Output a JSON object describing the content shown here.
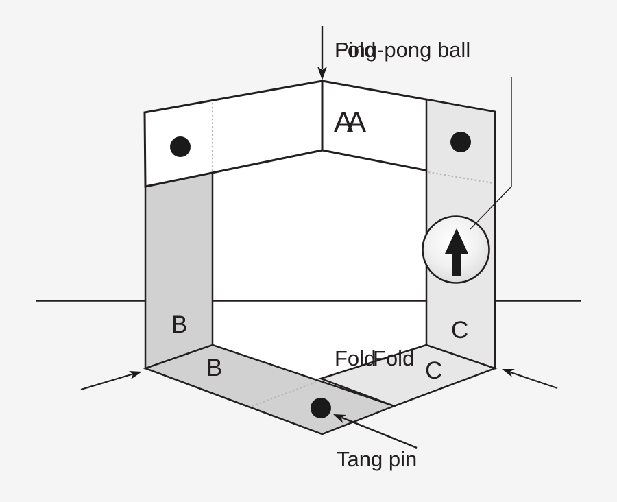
{
  "labels": {
    "fold_top": "Fold",
    "ping_pong_ball": "Ping-pong ball",
    "panel_aa": "AA",
    "strip_b": "B",
    "flap_b": "B",
    "strip_c": "C",
    "flap_c": "C",
    "fold_bottom_left": "Fold",
    "fold_bottom_right": "Fold",
    "tang_pin": "Tang pin"
  },
  "colors": {
    "background": "#f5f5f5",
    "panel_white": "#ffffff",
    "strip_dark_gray": "#d1d1d1",
    "strip_light_gray": "#e7e7e7",
    "outline": "#231f20",
    "dotted_fold_line": "#b8b8b8",
    "dot_fill": "#1a1a1a",
    "ball_highlight": "#ffffff",
    "ball_edge": "#d9d9d9"
  },
  "icons": {
    "top_arrow": "down-arrow-icon",
    "ball_arrow": "up-arrow-icon",
    "corner_arrows": "pointer-arrow-icon"
  }
}
